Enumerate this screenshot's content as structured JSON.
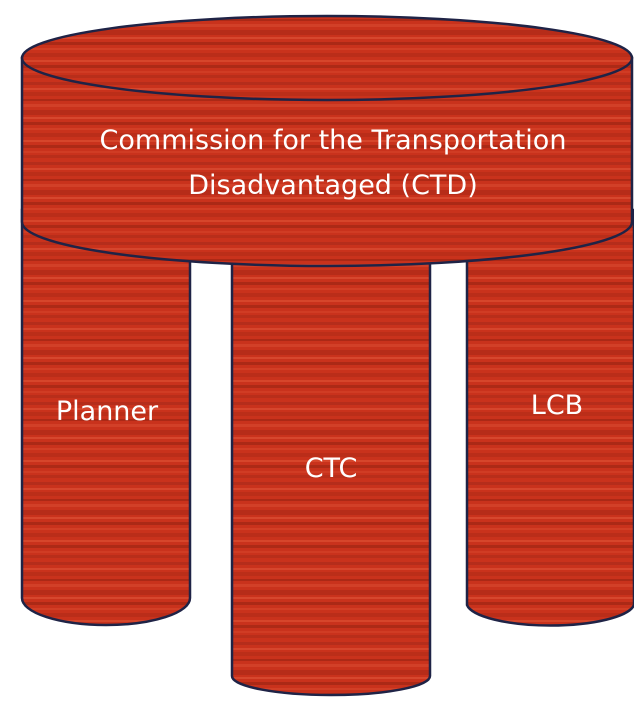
{
  "diagram": {
    "seat": {
      "label_line1": "Commission for the Transportation",
      "label_line2": "Disadvantaged (CTD)"
    },
    "legs": {
      "left": "Planner",
      "middle": "CTC",
      "right": "LCB"
    }
  },
  "colors": {
    "wood_base": "#c9321c",
    "wood_dark": "#9a2412",
    "wood_light": "#e0553a",
    "outline": "#1f2346",
    "label_text": "#ffffff"
  }
}
